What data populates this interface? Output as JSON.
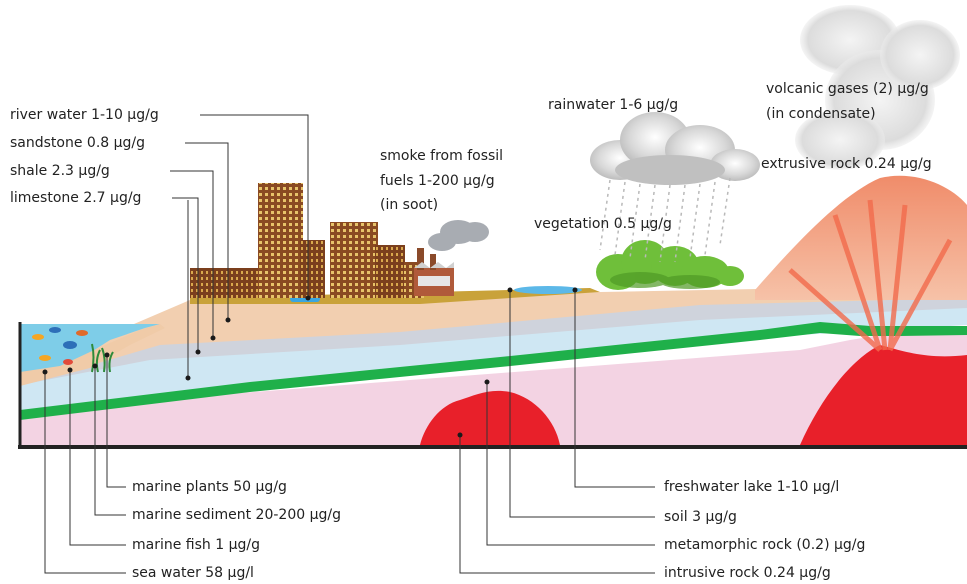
{
  "labels": {
    "river_water": "river water 1-10 µg/g",
    "sandstone": "sandstone 0.8 µg/g",
    "shale": "shale 2.3 µg/g",
    "limestone": "limestone 2.7 µg/g",
    "smoke_line1": "smoke from fossil",
    "smoke_line2": "fuels 1-200 µg/g",
    "smoke_line3": "(in soot)",
    "rainwater": "rainwater 1-6 µg/g",
    "volcanic_line1": "volcanic gases (2) µg/g",
    "volcanic_line2": "(in condensate)",
    "extrusive_rock": "extrusive rock 0.24 µg/g",
    "vegetation": "vegetation 0.5 µg/g",
    "marine_plants": "marine plants 50 µg/g",
    "marine_sediment": "marine sediment 20-200 µg/g",
    "marine_fish": "marine fish 1 µg/g",
    "sea_water": "sea water 58 µg/l",
    "freshwater_lake": "freshwater lake 1-10 µg/l",
    "soil": "soil 3 µg/g",
    "metamorphic_rock": "metamorphic rock (0.2) µg/g",
    "intrusive_rock": "intrusive rock 0.24 µg/g"
  },
  "colors": {
    "sea": "#7ecde8",
    "sand": "#f2cfb0",
    "shale": "#cfd3dc",
    "limestone": "#cfe7f3",
    "green_band": "#1fb04a",
    "basement": "#f3d3e3",
    "magma": "#e8202a",
    "volcano": "#f0a78a",
    "soil": "#c9a23a",
    "buildings": "#8c4a24",
    "vegetation": "#6fbf3a",
    "cloud": "#c8c8c8",
    "leader": "#333333"
  }
}
